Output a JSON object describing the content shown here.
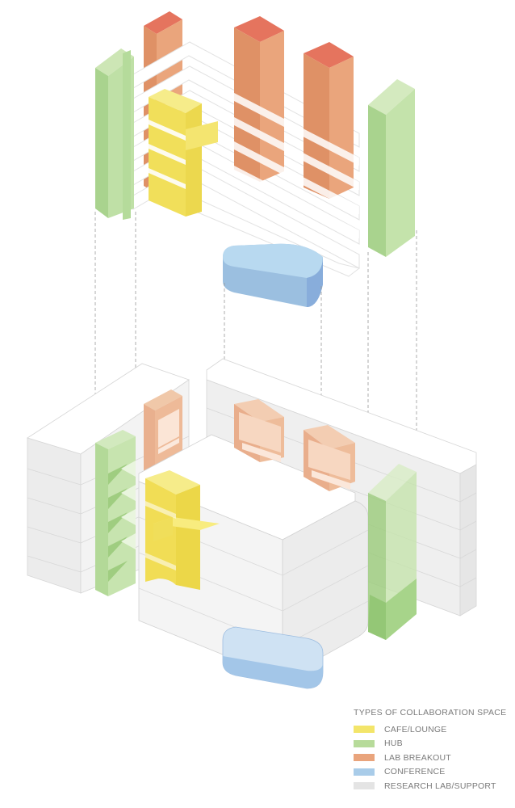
{
  "legend": {
    "title": "TYPES OF COLLABORATION SPACE",
    "items": [
      {
        "label": "CAFE/LOUNGE",
        "color": "#f3e56a"
      },
      {
        "label": "HUB",
        "color": "#b7db9a"
      },
      {
        "label": "LAB BREAKOUT",
        "color": "#e9a47c"
      },
      {
        "label": "CONFERENCE",
        "color": "#a9cce9"
      },
      {
        "label": "RESEARCH LAB/SUPPORT",
        "color": "#e4e4e4"
      }
    ]
  },
  "colors": {
    "cafe_lounge": "#f3e56a",
    "hub": "#b7db9a",
    "lab_breakout": "#e9a47c",
    "lab_breakout_top": "#e4735e",
    "conference": "#a9cce9",
    "research_lab_support": "#e4e4e4",
    "outline": "#cfcfcf"
  }
}
